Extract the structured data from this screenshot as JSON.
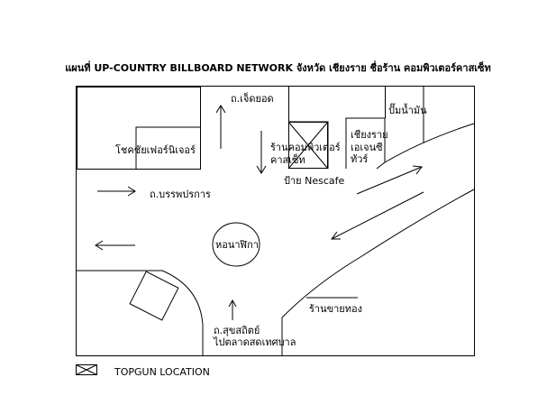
{
  "title": "แผนที่ UP-COUNTRY BILLBOARD NETWORK จังหวัด เชียงราย ชื่อร้าน คอมพิวเตอร์คาสเซ็ท",
  "labels": {
    "shop_furniture": "โชคชัยเฟอร์นิเจอร์",
    "road_jetyot": "ถ.เจ็ดยอด",
    "gas_station": "ปั๊มน้ำมัน",
    "shop_computer_line1": "ร้านคอมพิวเตอร์",
    "shop_computer_line2": "คาสเซ็ท",
    "agency_line1": "เชียงราย",
    "agency_line2": "เอเจนซี",
    "agency_line3": "ทัวร์",
    "billboard_nescafe": "ป้าย Nescafe",
    "road_banpaprakan": "ถ.บรรพปรการ",
    "clock_tower": "หอนาฬิกา",
    "gold_shop": "ร้านขายทอง",
    "road_suksathit_line1": "ถ.สุขสถิตย์",
    "road_suksathit_line2": "ไปตลาดสดเทศบาล"
  },
  "legend": {
    "topgun_location": "TOPGUN LOCATION"
  }
}
